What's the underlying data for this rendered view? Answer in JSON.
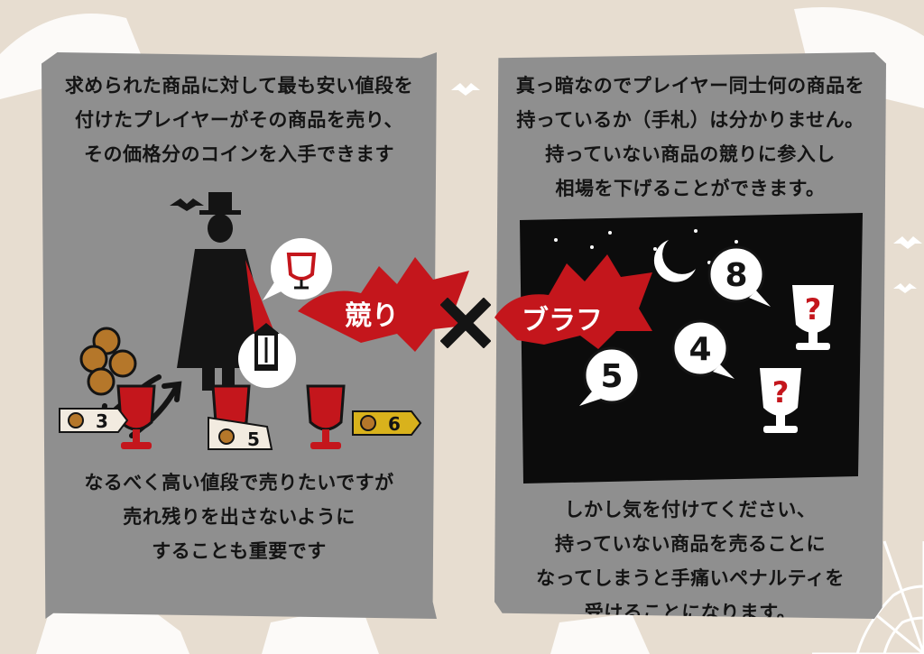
{
  "left_panel": {
    "intro_lines": [
      "求められた商品に対して最も安い値段を",
      "付けたプレイヤーがその商品を売り、",
      "その価格分のコインを入手できます"
    ],
    "outro_lines": [
      "なるべく高い値段で売りたいですが",
      "売れ残りを出さないように",
      "することも重要です"
    ],
    "price_tags": [
      "3",
      "5",
      "6"
    ]
  },
  "center": {
    "bid_label": "競り",
    "bluff_label": "ブラフ"
  },
  "right_panel": {
    "intro_lines": [
      "真っ暗なのでプレイヤー同士何の商品を",
      "持っているか（手札）は分かりません。",
      "持っていない商品の競りに参入し",
      "相場を下げることができます。"
    ],
    "bubble_numbers": [
      "8",
      "5",
      "4"
    ],
    "unknown_marks": [
      "?",
      "?"
    ],
    "outro_lines": [
      "しかし気を付けてください、",
      "持っていない商品を売ることに",
      "なってしまうと手痛いペナルティを",
      "受けることになります。"
    ]
  },
  "colors": {
    "background": "#e7ddd0",
    "panel": "#8f8f8f",
    "accent_red": "#c4161c",
    "text": "#141414",
    "dark_scene": "#0c0c0c",
    "tag_yellow": "#d9b21c",
    "coin_bronze": "#b5772a"
  }
}
